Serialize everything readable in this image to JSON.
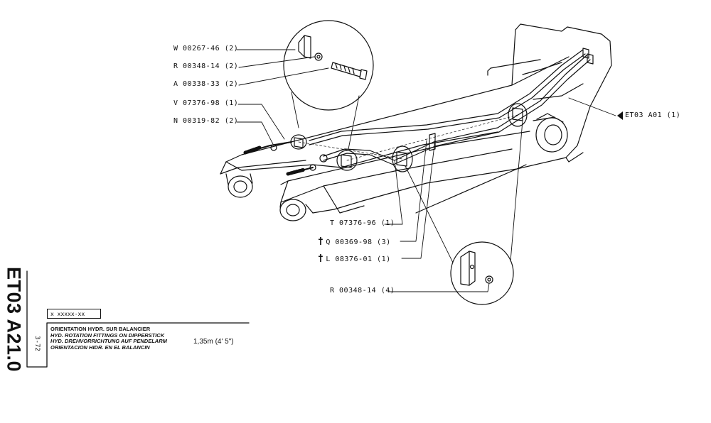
{
  "parts": {
    "w00267": "W 00267-46 (2)",
    "r00348_2": "R 00348-14 (2)",
    "a00338": "A 00338-33 (2)",
    "v07376": "V 07376-98 (1)",
    "n00319": "N 00319-82 (2)",
    "t07376": "T 07376-96 (1)",
    "q00369": "Q 00369-98 (3)",
    "l08376": "L 08376-01 (1)",
    "r00348_4": "R 00348-14 (4)",
    "et03_ref": "ET03  A01  (1)"
  },
  "dagger": "†",
  "et03_ref_arrow": "◁",
  "title_block": {
    "doc_id": "ET03 A21.0",
    "date": "3-72",
    "code": "x xxxxx-xx",
    "titles": [
      "ORIENTATION HYDR. SUR BALANCIER",
      "HYD. ROTATION FITTINGS ON DIPPERSTICK",
      "HYD. DREHVORRICHTUNG AUF PENDELARM",
      "ORIENTACION HIDR. EN EL BALANCIN"
    ],
    "size": "1,35m (4' 5\")"
  }
}
